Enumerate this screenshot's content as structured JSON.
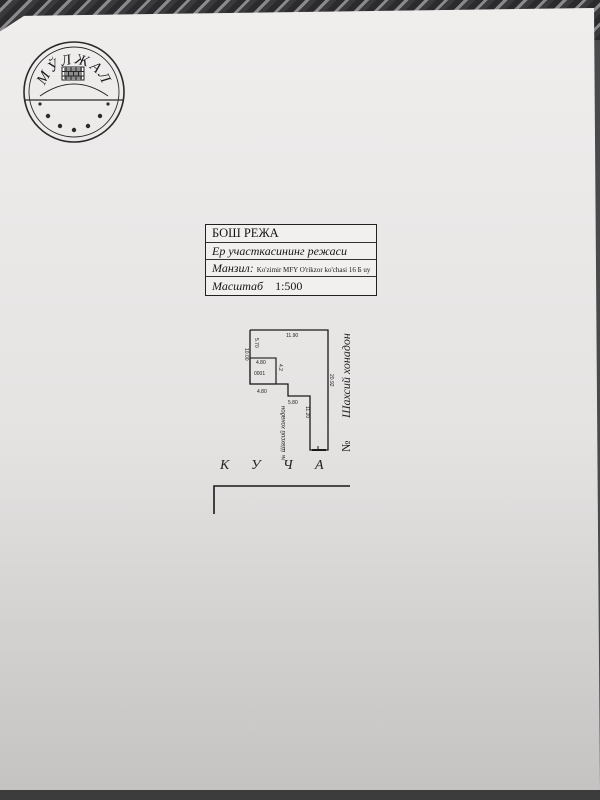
{
  "document": {
    "stamp": {
      "text": "МЎЛЖАЛ"
    },
    "title_block": {
      "heading": "БОШ  РЕЖА",
      "subtitle": "Ер участкасининг  режаси",
      "address_label": "Манзил:",
      "address_value": "Ko'zimir MFY O'rikzor ko'chasi 16 Б uy",
      "scale_label": "Масштаб",
      "scale_value": "1:500"
    },
    "plan": {
      "dimensions": {
        "top": "11.90",
        "left_upper": "5.70",
        "left_total": "10.00",
        "building_top": "4.80",
        "building_right": "4.2",
        "building_bottom": "4.80",
        "step": "5.80",
        "right": "20.92",
        "inner_vertical": "11.20"
      },
      "building_id": "0001",
      "neighbor_left": "Шахсий хонадон",
      "neighbor_left_number": "№",
      "neighbor_right": "Шахсий хонадон",
      "neighbor_right_number": "№"
    },
    "street": {
      "letters": [
        "К",
        "У",
        "Ч",
        "А"
      ]
    }
  }
}
